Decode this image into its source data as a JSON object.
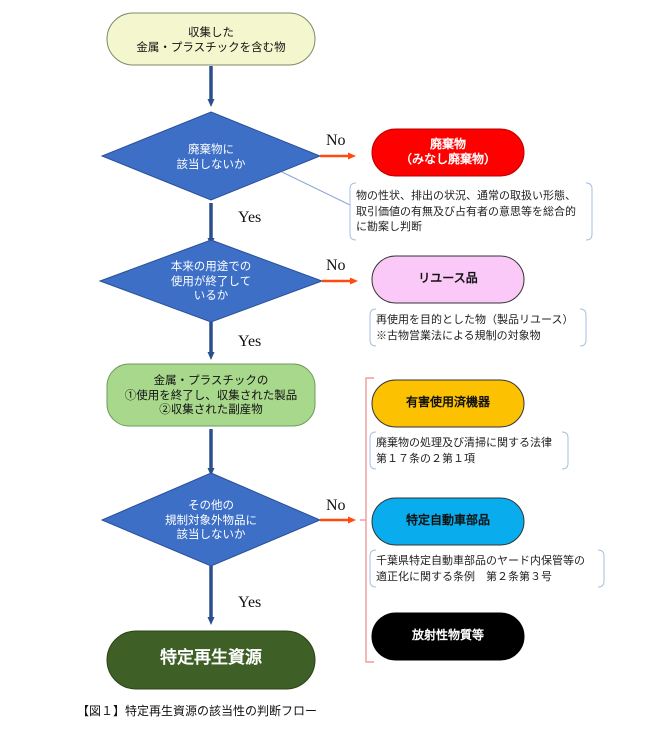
{
  "start_box": {
    "line1": "収集した",
    "line2": "金属・プラスチックを含む物"
  },
  "decision_1": {
    "line1": "廃棄物に",
    "line2": "該当しないか"
  },
  "decision_2": {
    "line1": "本来の用途での",
    "line2": "使用が終了して",
    "line3": "いるか"
  },
  "mid_box": {
    "line1": "金属・プラスチックの",
    "line2": "①使用を終了し、収集された製品",
    "line3": "②収集された副産物"
  },
  "decision_3": {
    "line1": "その他の",
    "line2": "規制対象外物品に",
    "line3": "該当しないか"
  },
  "end_box": {
    "label": "特定再生資源"
  },
  "labels": {
    "no1": "No",
    "no2": "No",
    "no3": "No",
    "yes1": "Yes",
    "yes2": "Yes",
    "yes3": "Yes"
  },
  "outcome_waste": {
    "line1": "廃棄物",
    "line2": "（みなし廃棄物）"
  },
  "note_waste": {
    "line1": "物の性状、排出の状況、通常の取扱い形態、",
    "line2": "取引価値の有無及び占有者の意思等を総合的",
    "line3": "に勘案し判断"
  },
  "outcome_reuse": {
    "label": "リユース品"
  },
  "note_reuse": {
    "line1": "再使用を目的とした物（製品リユース）",
    "line2": "※古物営業法による規制の対象物"
  },
  "outcome_hazard": {
    "label": "有害使用済機器"
  },
  "note_hazard": {
    "line1": "廃棄物の処理及び清掃に関する法律",
    "line2": "第１７条の２第１項"
  },
  "outcome_auto": {
    "label": "特定自動車部品"
  },
  "note_auto": {
    "line1": "千葉県特定自動車部品のヤード内保管等の",
    "line2": "適正化に関する条例　第２条第３号"
  },
  "outcome_radio": {
    "label": "放射性物質等"
  },
  "caption": {
    "text": "【図１】特定再生資源の該当性の判断フロー"
  },
  "colors": {
    "pale_yellow": "#f4f6cd",
    "decision_blue": "#3d6fc7",
    "pale_green": "#a8d88c",
    "dark_green": "#3e5f25",
    "red": "#fe0000",
    "pink": "#fbc9f8",
    "orange": "#fcc101",
    "light_blue": "#09acec",
    "black": "#000000",
    "arrow_blue": "#2b4f8c",
    "arrow_red": "#ff4b10",
    "bracket_red": "#ee8888",
    "note_border": "#a7bfe0"
  }
}
